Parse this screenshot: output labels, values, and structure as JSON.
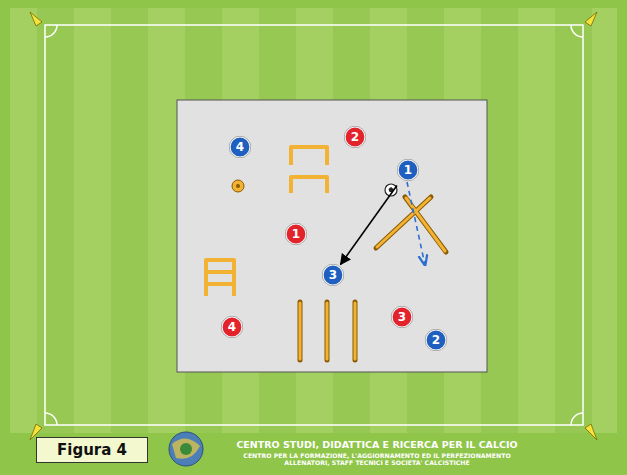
{
  "diagram": {
    "caption": "Figura 4",
    "nodes": [
      {
        "text": [
          "4"
        ]
      },
      {
        "text": [
          "2"
        ]
      },
      {
        "text": [
          "1"
        ]
      },
      {
        "text": [
          "1"
        ]
      },
      {
        "text": [
          "3"
        ]
      },
      {
        "text": [
          "3"
        ]
      },
      {
        "text": [
          "2"
        ]
      },
      {
        "text": [
          "4"
        ]
      }
    ],
    "edges": [
      {
        "from": 2,
        "to": 4,
        "arrow": "to"
      }
    ],
    "labels": [
      "CENTRO STUDI, DIDATTICA E RICERCA PER IL CALCIO",
      "CENTRO PER LA FORMAZIONE, L'AGGIORNAMENTO ED IL PERFEZIONAMENTO ALLENATORI, STAFF TECNICI E SOCIETA' CALCISTICHE"
    ]
  }
}
